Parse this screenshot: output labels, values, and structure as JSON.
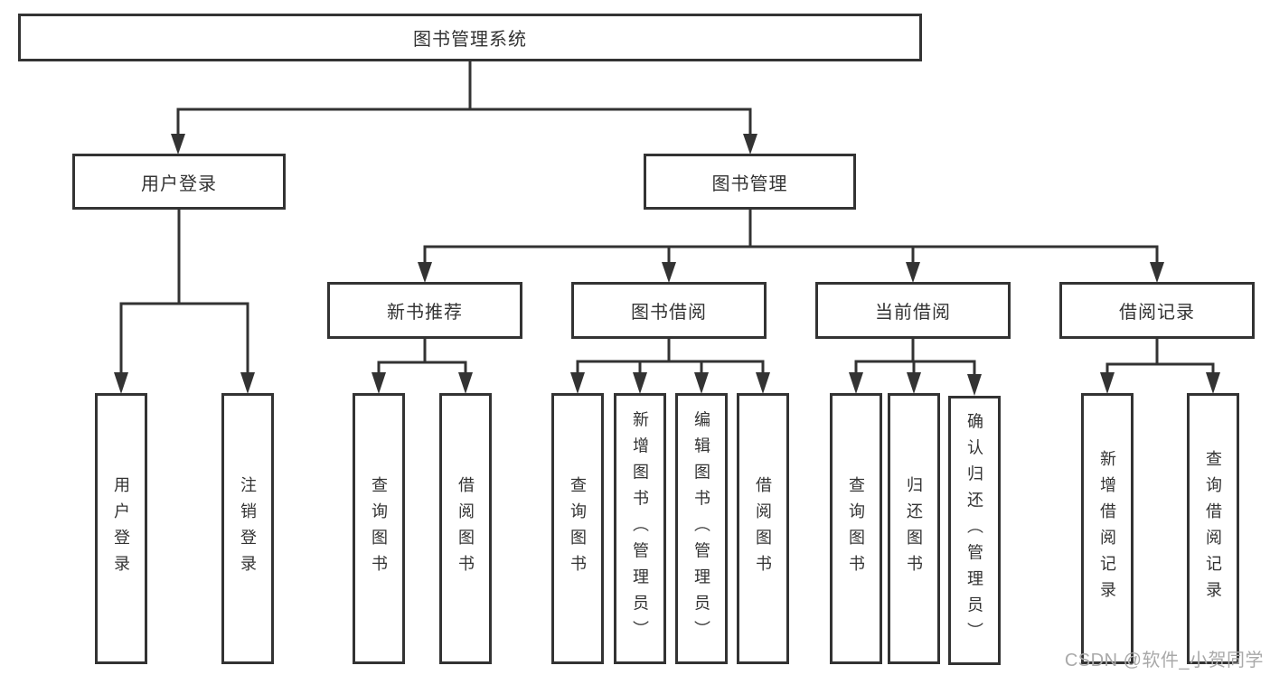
{
  "tree": {
    "root": {
      "label": "图书管理系统",
      "children": [
        {
          "label": "用户登录",
          "children": [
            {
              "label": "用户登录"
            },
            {
              "label": "注销登录"
            }
          ]
        },
        {
          "label": "图书管理",
          "children": [
            {
              "label": "新书推荐",
              "children": [
                {
                  "label": "查询图书"
                },
                {
                  "label": "借阅图书"
                }
              ]
            },
            {
              "label": "图书借阅",
              "children": [
                {
                  "label": "查询图书"
                },
                {
                  "label": "新增图书（管理员）"
                },
                {
                  "label": "编辑图书（管理员）"
                },
                {
                  "label": "借阅图书"
                }
              ]
            },
            {
              "label": "当前借阅",
              "children": [
                {
                  "label": "查询图书"
                },
                {
                  "label": "归还图书"
                },
                {
                  "label": "确认归还（管理员）"
                }
              ]
            },
            {
              "label": "借阅记录",
              "children": [
                {
                  "label": "新增借阅记录"
                },
                {
                  "label": "查询借阅记录"
                }
              ]
            }
          ]
        }
      ]
    }
  },
  "watermark": {
    "text": "CSDN @软件_小贺同学"
  },
  "colors": {
    "line": "#333333",
    "text": "#333333",
    "background": "#ffffff",
    "watermark": "#a9a9a9"
  }
}
